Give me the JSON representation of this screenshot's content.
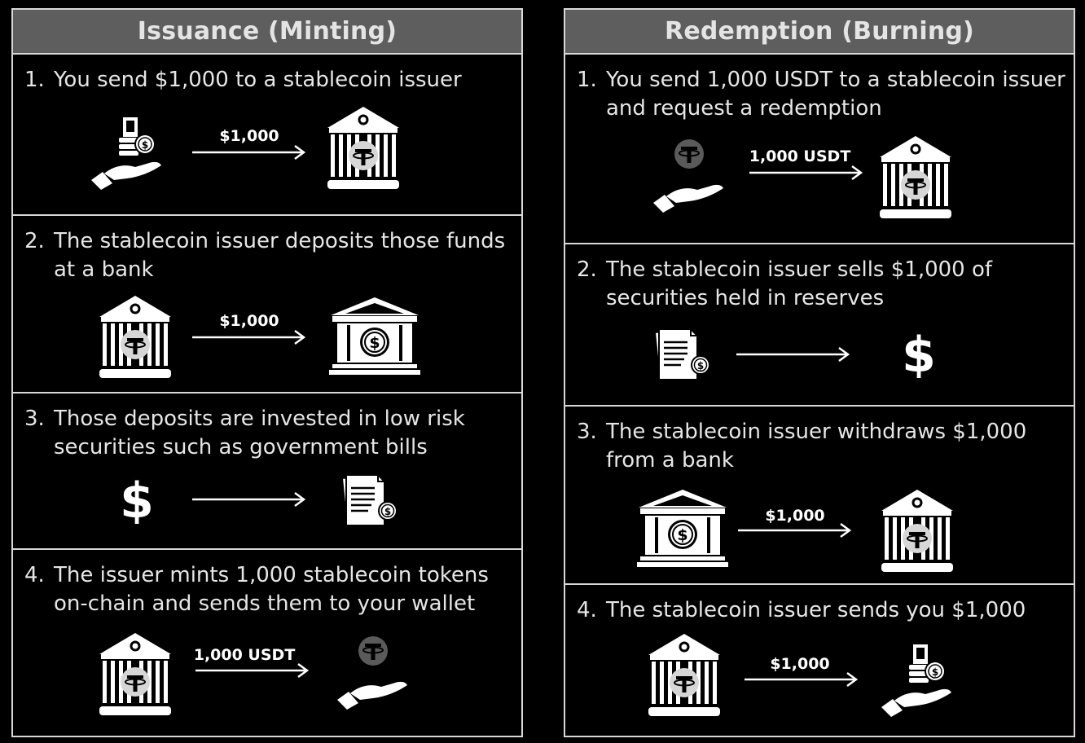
{
  "left": {
    "title": "Issuance (Minting)",
    "steps": [
      {
        "num": "1.",
        "text": "You send $1,000 to a stablecoin issuer",
        "arrow_label": "$1,000"
      },
      {
        "num": "2.",
        "text": "The stablecoin issuer deposits those funds at a bank",
        "arrow_label": "$1,000"
      },
      {
        "num": "3.",
        "text": "Those deposits are invested in low risk securities such as government bills",
        "arrow_label": ""
      },
      {
        "num": "4.",
        "text": "The issuer mints 1,000 stablecoin tokens on-chain and sends them to your wallet",
        "arrow_label": "1,000 USDT"
      }
    ]
  },
  "right": {
    "title": "Redemption (Burning)",
    "steps": [
      {
        "num": "1.",
        "text": "You send 1,000 USDT to a stablecoin issuer and request a redemption",
        "arrow_label": "1,000 USDT"
      },
      {
        "num": "2.",
        "text": "The stablecoin issuer sells $1,000 of securities held in reserves",
        "arrow_label": ""
      },
      {
        "num": "3.",
        "text": "The stablecoin issuer withdraws $1,000 from a bank",
        "arrow_label": "$1,000"
      },
      {
        "num": "4.",
        "text": "The stablecoin issuer sends you $1,000",
        "arrow_label": "$1,000"
      }
    ]
  },
  "icons": [
    "hand-cash-icon",
    "issuer-building-icon",
    "bank-icon",
    "dollar-icon",
    "securities-document-icon",
    "hand-usdt-icon"
  ]
}
